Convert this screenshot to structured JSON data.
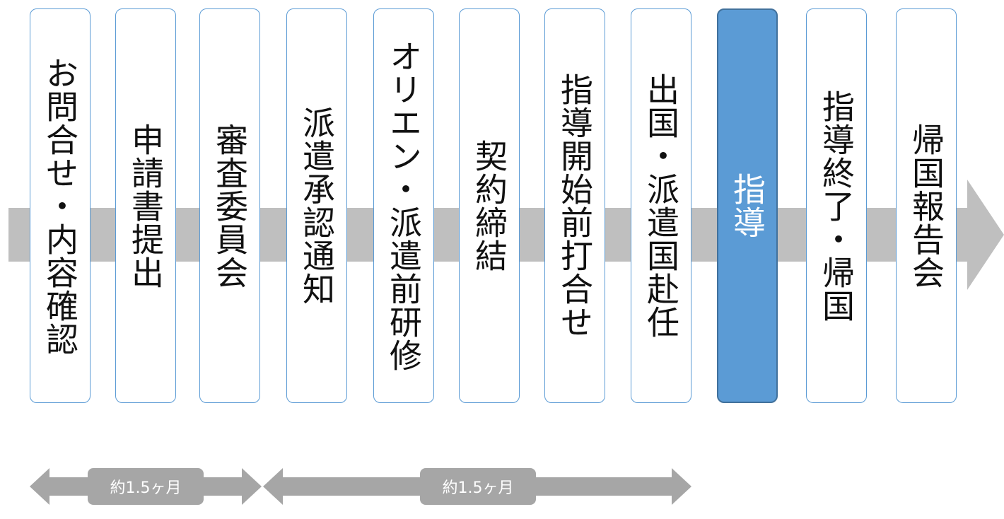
{
  "steps": [
    {
      "label": "お問合せ・内容確認"
    },
    {
      "label": "申請書提出"
    },
    {
      "label": "審査委員会"
    },
    {
      "label": "派遣承認通知"
    },
    {
      "label": "オリエン・派遣前研修"
    },
    {
      "label": "契約締結"
    },
    {
      "label": "指導開始前打合せ"
    },
    {
      "label": "出国・派遣国赴任"
    },
    {
      "label": "指導",
      "highlighted": true
    },
    {
      "label": "指導終了・帰国"
    },
    {
      "label": "帰国報告会"
    }
  ],
  "durations": [
    {
      "label": "約1.5ヶ月"
    },
    {
      "label": "約1.5ヶ月"
    }
  ],
  "colors": {
    "box_border": "#5b9bd5",
    "highlight_fill": "#5b9bd5",
    "arrow_gray": "#bfbfbf",
    "duration_gray": "#a6a6a6"
  }
}
